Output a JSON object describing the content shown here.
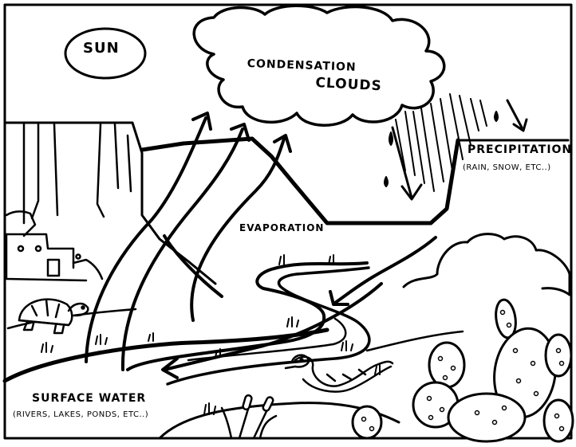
{
  "labels": {
    "sun": "SUN",
    "condensation": "CONDENSATION",
    "clouds": "CLOUDS",
    "precipitation": "PRECIPITATION",
    "precipitation_examples": "(RAIN, SNOW, ETC..)",
    "evaporation": "EVAPORATION",
    "surface_water": "SURFACE WATER",
    "surface_water_examples": "(RIVERS, LAKES, PONDS, ETC..)"
  },
  "colors": {
    "ink": "#000000",
    "paper": "#ffffff"
  }
}
